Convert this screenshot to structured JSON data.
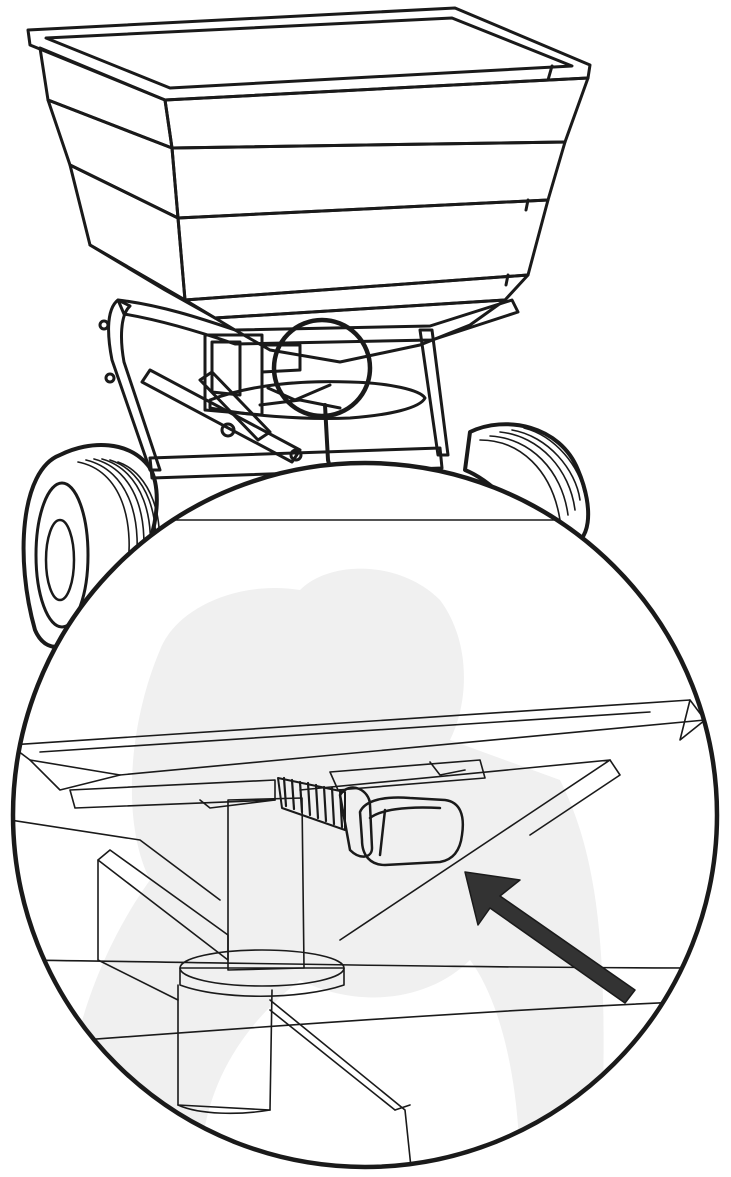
{
  "figure": {
    "colors": {
      "ink": "#1a1a1a",
      "background": "#ffffff",
      "watermark": "#f0f0f0",
      "zoom_fill": "#ffffff"
    },
    "icons": [
      "arrow-icon"
    ],
    "parts": [
      "hopper",
      "frame",
      "left-wheel",
      "right-wheel",
      "spinner-plate",
      "detail-circle",
      "zoom-callout",
      "gearbox",
      "shaft",
      "worm-gear",
      "cap",
      "arrow"
    ]
  }
}
